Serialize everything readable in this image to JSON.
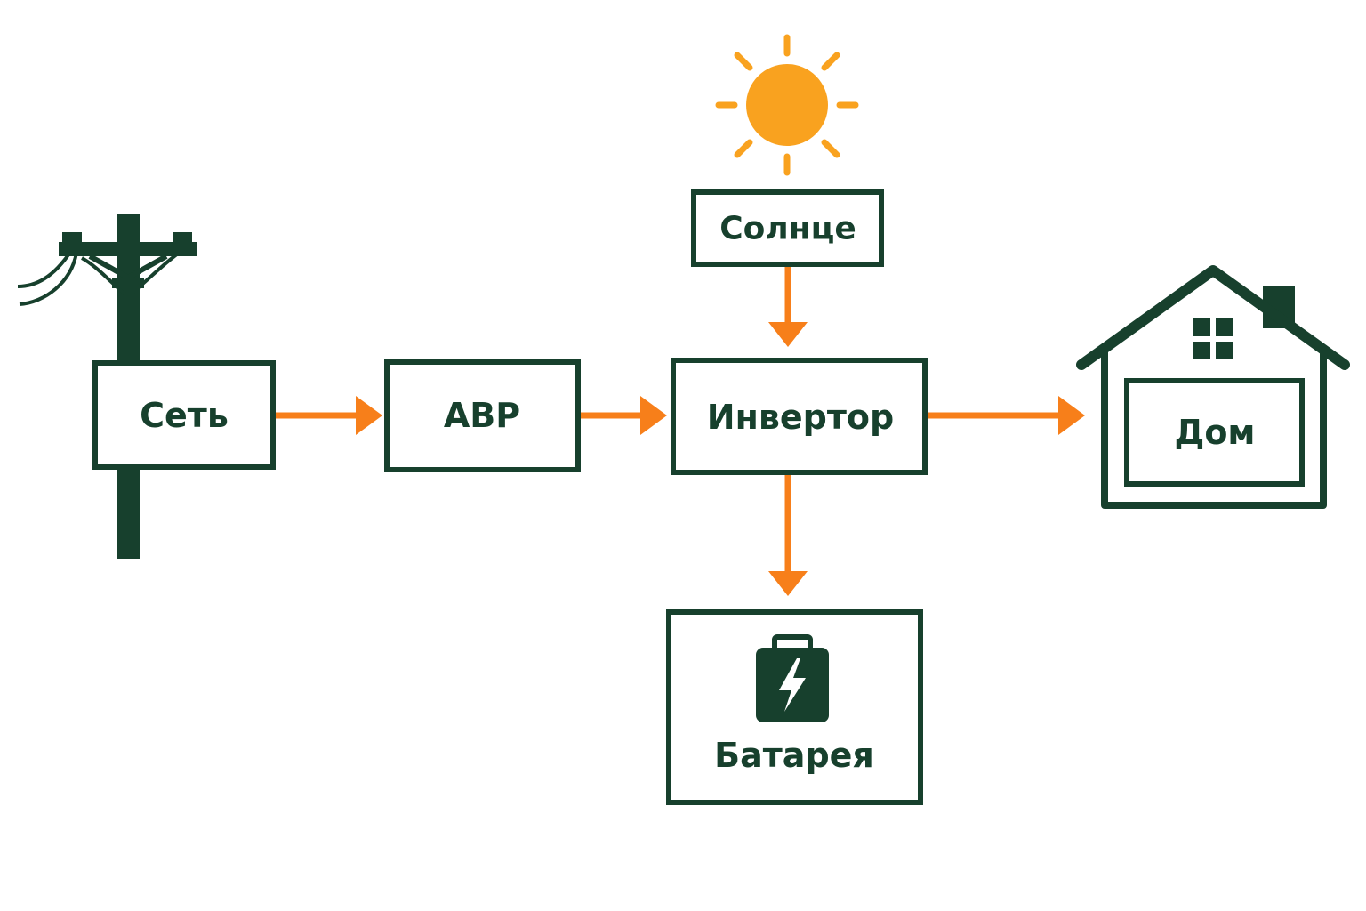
{
  "diagram": {
    "colors": {
      "ink": "#17402d",
      "arrow": "#f77f1a",
      "sun": "#f9a21f",
      "background": "#ffffff"
    },
    "nodes": {
      "grid": {
        "label": "Сеть",
        "icon": "utility-pole-icon"
      },
      "ats": {
        "label": "АВР"
      },
      "inverter": {
        "label": "Инвертор"
      },
      "sun": {
        "label": "Солнце",
        "icon": "sun-icon"
      },
      "home": {
        "label": "Дом",
        "icon": "house-icon"
      },
      "battery": {
        "label": "Батарея",
        "icon": "battery-icon"
      }
    },
    "edges": [
      {
        "from": "grid",
        "to": "ats"
      },
      {
        "from": "ats",
        "to": "inverter"
      },
      {
        "from": "sun",
        "to": "inverter"
      },
      {
        "from": "inverter",
        "to": "home"
      },
      {
        "from": "inverter",
        "to": "battery"
      }
    ]
  }
}
